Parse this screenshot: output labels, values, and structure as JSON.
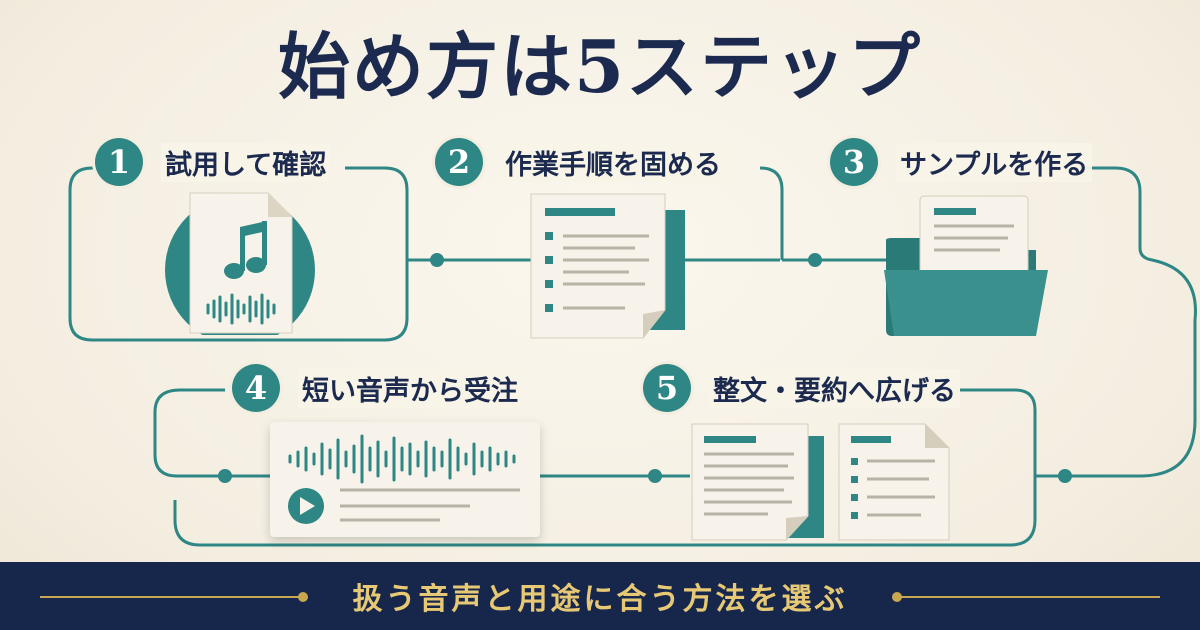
{
  "title": "始め方は5ステップ",
  "steps": [
    {
      "number": "1",
      "label": "試用して確認"
    },
    {
      "number": "2",
      "label": "作業手順を固める"
    },
    {
      "number": "3",
      "label": "サンプルを作る"
    },
    {
      "number": "4",
      "label": "短い音声から受注"
    },
    {
      "number": "5",
      "label": "整文・要約へ広げる"
    }
  ],
  "footer": {
    "text": "扱う音声と用途に合う方法を選ぶ"
  },
  "colors": {
    "teal": "#2e8784",
    "navy": "#17274b",
    "gold": "#c9a74f",
    "paper": "#f7f3ea"
  }
}
